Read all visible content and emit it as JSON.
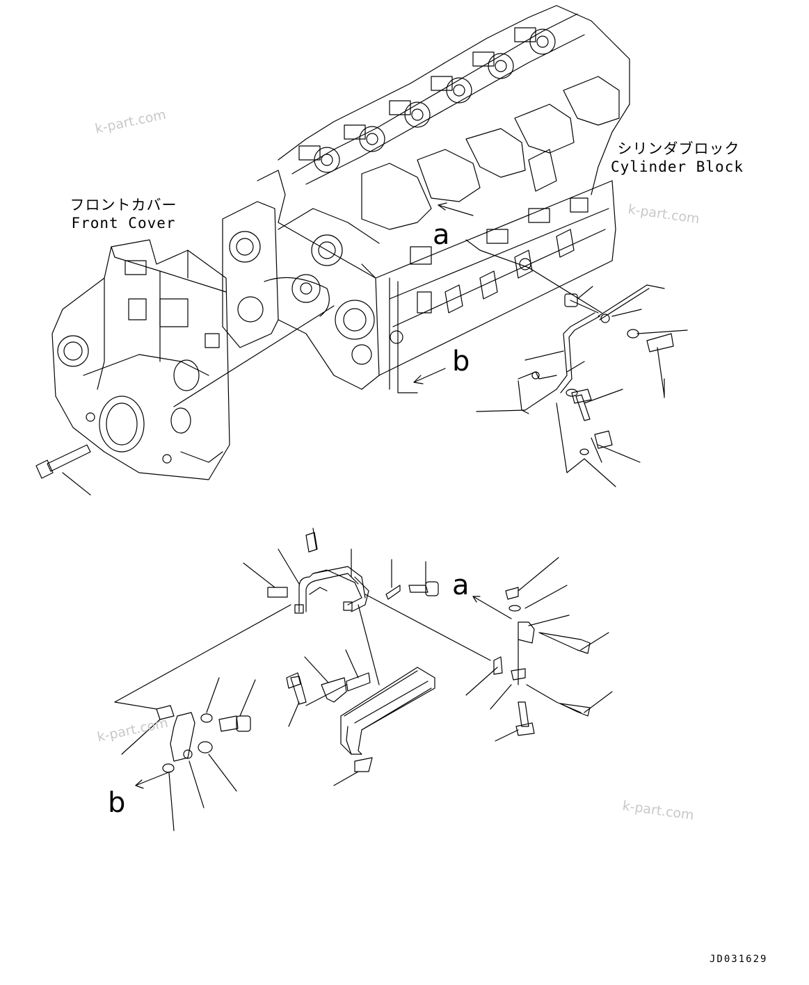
{
  "labels": {
    "cylinder_block_jp": "シリンダブロック",
    "cylinder_block_en": "Cylinder Block",
    "front_cover_jp": "フロントカバー",
    "front_cover_en": "Front Cover"
  },
  "view_letters": {
    "a_upper": "a",
    "b_upper": "b",
    "a_lower": "a",
    "b_lower": "b"
  },
  "watermarks": [
    "k-part.com",
    "k-part.com",
    "k-part.com",
    "k-part.com"
  ],
  "drawing_code": "JD031629",
  "colors": {
    "line": "#000000",
    "watermark": "#c8c8c8",
    "background": "#ffffff"
  }
}
